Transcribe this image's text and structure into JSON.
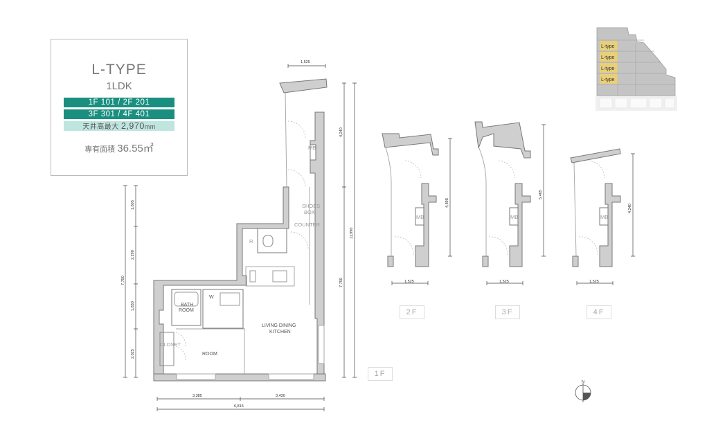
{
  "info": {
    "title": "L-TYPE",
    "layout": "1LDK",
    "units": [
      "1F 101 / 2F 201",
      "3F 301 / 4F 401"
    ],
    "ceiling_label": "天井高最大",
    "ceiling_value": "2,970",
    "ceiling_unit": "mm",
    "area_label": "専有面積",
    "area_value": "36.55㎡"
  },
  "key_plan": {
    "tags": [
      "L-type",
      "L-type",
      "L-type",
      "L-type"
    ],
    "highlight": "#e8cf7a"
  },
  "plan_1f": {
    "rooms": {
      "mb": "MB",
      "shoes_box": [
        "SHOES",
        "BOX"
      ],
      "counter": "COUNTER",
      "r": "R",
      "w": "W",
      "bath": [
        "BATH",
        "ROOM"
      ],
      "ldk": [
        "LIVING DINING",
        "KITCHEN"
      ],
      "closet": "CLOSET",
      "room": "ROOM"
    },
    "dims": {
      "top_width": "1,525",
      "right_upper": "4,240",
      "right_total": "11,990",
      "right_lower": "7,750",
      "left_1": "1,605",
      "left_2": "2,290",
      "left_3": "1,830",
      "left_4": "2,025",
      "left_total": "7,750",
      "bottom_left": "3,385",
      "bottom_right": "3,430",
      "bottom_total": "6,815"
    },
    "floor_label": "1F"
  },
  "plan_2f": {
    "mb": "MB",
    "height": "4,898",
    "width": "1,525",
    "floor_label": "2F"
  },
  "plan_3f": {
    "mb": "MB",
    "height": "5,465",
    "width": "1,525",
    "floor_label": "3F"
  },
  "plan_4f": {
    "mb": "MB",
    "height": "4,240",
    "width": "1,525",
    "floor_label": "4F"
  },
  "compass": {
    "label": "N"
  },
  "colors": {
    "accent": "#1a8f80",
    "accent_light": "#bfe5df",
    "wall": "#cfcfcf"
  }
}
